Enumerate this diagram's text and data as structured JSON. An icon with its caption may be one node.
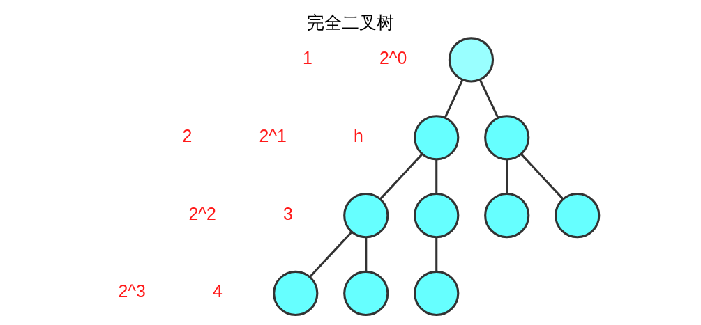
{
  "diagram": {
    "title": "完全二叉树",
    "nodes": [
      {
        "text": [],
        "shape": "circle"
      },
      {
        "text": [],
        "shape": "circle"
      },
      {
        "text": [],
        "shape": "circle"
      },
      {
        "text": [],
        "shape": "circle"
      },
      {
        "text": [],
        "shape": "circle"
      },
      {
        "text": [],
        "shape": "circle"
      },
      {
        "text": [],
        "shape": "circle"
      },
      {
        "text": [],
        "shape": "circle"
      },
      {
        "text": [],
        "shape": "circle"
      },
      {
        "text": [],
        "shape": "circle"
      }
    ],
    "edges": [
      {
        "from": 0,
        "to": 1,
        "arrow": "none"
      },
      {
        "from": 0,
        "to": 2,
        "arrow": "none"
      },
      {
        "from": 1,
        "to": 3,
        "arrow": "none"
      },
      {
        "from": 1,
        "to": 4,
        "arrow": "none"
      },
      {
        "from": 2,
        "to": 5,
        "arrow": "none"
      },
      {
        "from": 2,
        "to": 6,
        "arrow": "none"
      },
      {
        "from": 3,
        "to": 7,
        "arrow": "none"
      },
      {
        "from": 3,
        "to": 8,
        "arrow": "none"
      },
      {
        "from": 4,
        "to": 9,
        "arrow": "none"
      }
    ],
    "labels": [
      "1",
      "2^0",
      "2",
      "2^1",
      "h",
      "2^2",
      "3",
      "2^3",
      "4"
    ]
  }
}
